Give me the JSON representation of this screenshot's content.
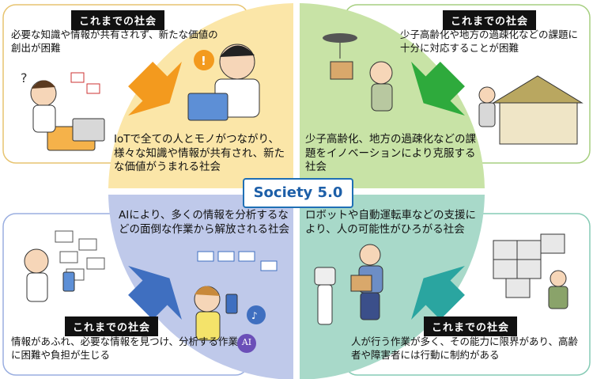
{
  "center": {
    "label": "Society 5.0"
  },
  "corners": {
    "top_left": {
      "badge": "これまでの社会",
      "text": "必要な知識や情報が共有されず、新たな価値の創出が困難"
    },
    "top_right": {
      "badge": "これまでの社会",
      "text": "少子高齢化や地方の過疎化などの課題に十分に対応することが困難"
    },
    "bottom_left": {
      "badge": "これまでの社会",
      "text": "情報があふれ、必要な情報を見つけ、分析する作業に困難や負担が生じる"
    },
    "bottom_right": {
      "badge": "これまでの社会",
      "text": "人が行う作業が多く、その能力に限界があり、高齢者や障害者には行動に制約がある"
    }
  },
  "quadrants": {
    "iot": {
      "text": "IoTで全ての人とモノがつながり、様々な知識や情報が共有され、新たな価値がうまれる社会"
    },
    "rural": {
      "text": "少子高齢化、地方の過疎化などの課題をイノベーションにより克服する社会"
    },
    "ai": {
      "text": "AIにより、多くの情報を分析するなどの面倒な作業から解放される社会",
      "badge": "AI"
    },
    "robot": {
      "text": "ロボットや自動運転車などの支援により、人の可能性がひろがる社会"
    }
  },
  "colors": {
    "iot": "#fbe6a8",
    "rural": "#c8e3a6",
    "ai": "#bfc9ea",
    "robot": "#a8d9c9",
    "arrow_orange": "#f39a1e",
    "arrow_green": "#2eaa3c",
    "arrow_blue": "#3f6fc0",
    "arrow_teal": "#2aa5a0"
  }
}
